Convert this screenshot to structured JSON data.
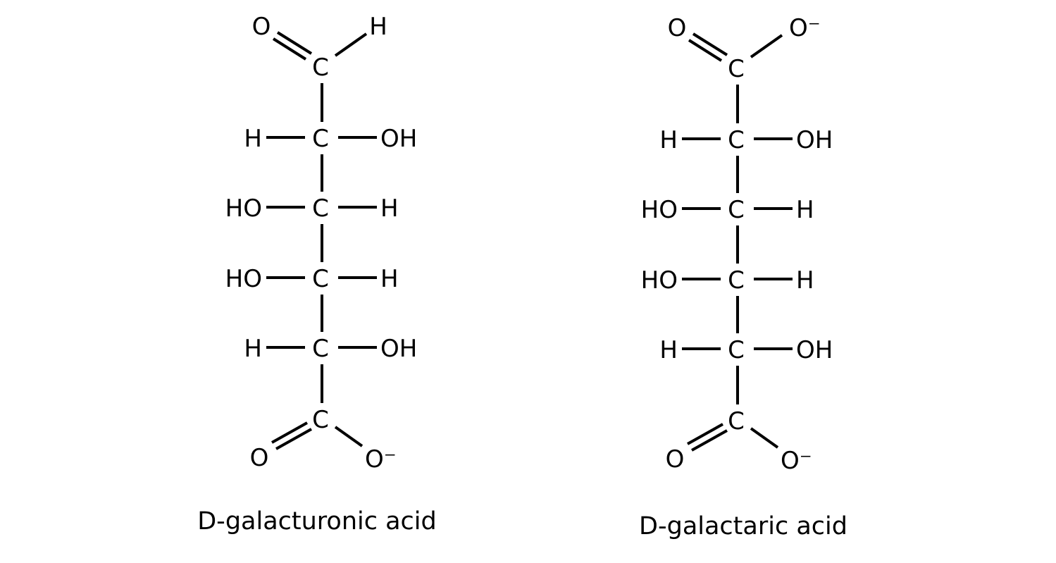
{
  "molecules": [
    {
      "name": "D-galacturonic acid",
      "top_left": "O",
      "top_right": "H",
      "center_atom": "C",
      "rows": [
        {
          "left": "H",
          "right": "OH"
        },
        {
          "left": "HO",
          "right": "H"
        },
        {
          "left": "HO",
          "right": "H"
        },
        {
          "left": "H",
          "right": "OH"
        }
      ],
      "bottom_left": "O",
      "bottom_right": "O⁻"
    },
    {
      "name": "D-galactaric acid",
      "top_left": "O",
      "top_right": "O⁻",
      "center_atom": "C",
      "rows": [
        {
          "left": "H",
          "right": "OH"
        },
        {
          "left": "HO",
          "right": "H"
        },
        {
          "left": "HO",
          "right": "H"
        },
        {
          "left": "H",
          "right": "OH"
        }
      ],
      "bottom_left": "O",
      "bottom_right": "O⁻"
    }
  ]
}
